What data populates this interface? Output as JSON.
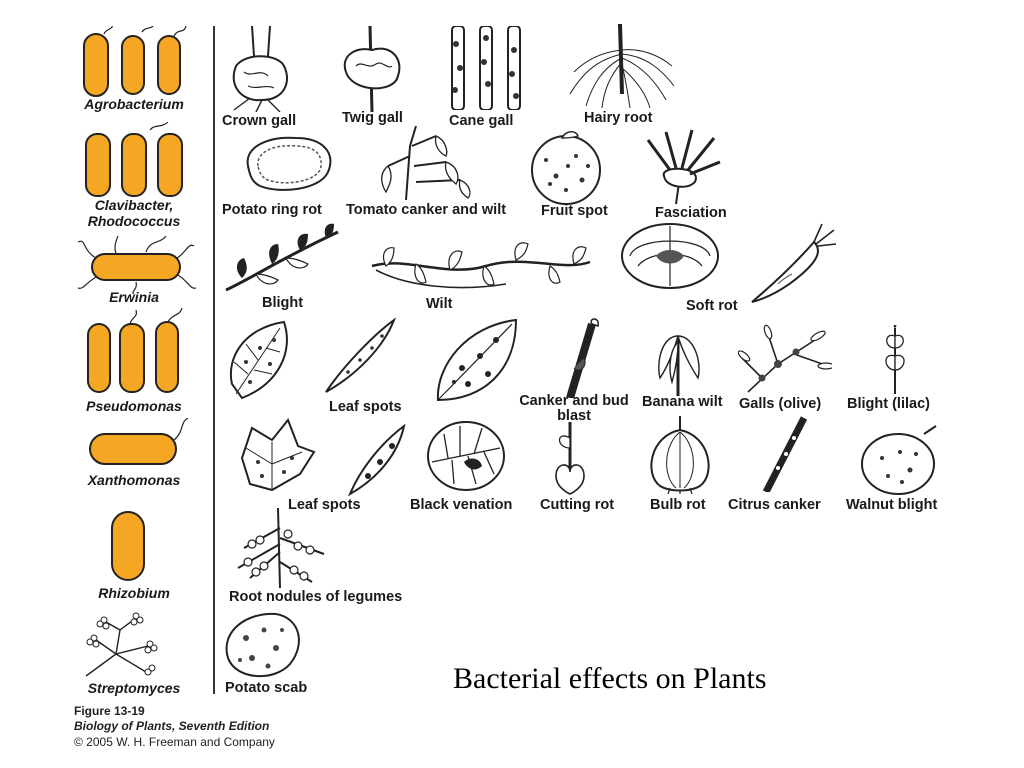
{
  "colors": {
    "cell_fill": "#F5A623",
    "ink": "#1a1a1a"
  },
  "bacteria": [
    {
      "name": "Agrobacterium",
      "icon": "rod-cells-flagella"
    },
    {
      "name": "Clavibacter,\nRhodococcus",
      "icon": "rod-cells"
    },
    {
      "name": "Erwinia",
      "icon": "peritrichous-rod"
    },
    {
      "name": "Pseudomonas",
      "icon": "rod-cells-polar-flagella"
    },
    {
      "name": "Xanthomonas",
      "icon": "rod-cell-single-flagellum"
    },
    {
      "name": "Rhizobium",
      "icon": "rod-cell"
    },
    {
      "name": "Streptomyces",
      "icon": "branched-hyphae-spores"
    }
  ],
  "diseases": {
    "agrobacterium": [
      "Crown gall",
      "Twig gall",
      "Cane gall",
      "Hairy root"
    ],
    "clavibacter": [
      "Potato ring rot",
      "Tomato canker and wilt",
      "Fruit spot",
      "Fasciation"
    ],
    "erwinia": [
      "Blight",
      "Wilt",
      "Soft rot"
    ],
    "pseudomonas": [
      "Leaf spots",
      "Canker and bud\nblast",
      "Banana wilt",
      "Galls (olive)",
      "Blight (lilac)"
    ],
    "xanthomonas": [
      "Leaf spots",
      "Black venation",
      "Cutting rot",
      "Bulb rot",
      "Citrus canker",
      "Walnut blight"
    ],
    "rhizobium": [
      "Root nodules of legumes"
    ],
    "streptomyces": [
      "Potato scab"
    ]
  },
  "title": "Bacterial effects on Plants",
  "figure": {
    "number": "Figure 13-19",
    "book": "Biology of Plants, Seventh Edition",
    "copyright": "© 2005 W. H. Freeman and Company"
  }
}
